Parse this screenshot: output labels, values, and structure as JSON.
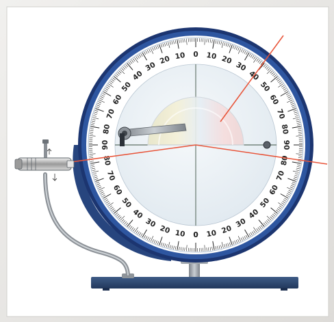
{
  "figure": {
    "subject": "optical-disc-refraction-apparatus",
    "colors": {
      "frame_bg": "#e9e8e6",
      "panel_bg": "#ffffff",
      "rim": "#2e56a0",
      "rim_dark": "#1c3570",
      "dial_face": "#eef3f7",
      "scale_text": "#222222",
      "light_ray": "#e8553a",
      "base": "#2f4870",
      "stand_metal": "#9ea4ab"
    },
    "scale": {
      "upper_left_labels": [
        "90",
        "80",
        "70",
        "60",
        "50",
        "40",
        "30",
        "20",
        "10",
        "0"
      ],
      "upper_right_labels": [
        "0",
        "10",
        "20",
        "30",
        "40",
        "50",
        "60",
        "70",
        "80",
        "90"
      ],
      "lower_right_labels": [
        "90",
        "80",
        "70",
        "60",
        "50",
        "40",
        "30",
        "20",
        "10",
        "0"
      ],
      "lower_left_labels": [
        "0",
        "10",
        "20",
        "30",
        "40",
        "50",
        "60",
        "70",
        "80",
        "90"
      ]
    },
    "icons": [
      "semicircular-glass-block",
      "light-source",
      "laser-pointer",
      "pivot-pointer"
    ]
  }
}
